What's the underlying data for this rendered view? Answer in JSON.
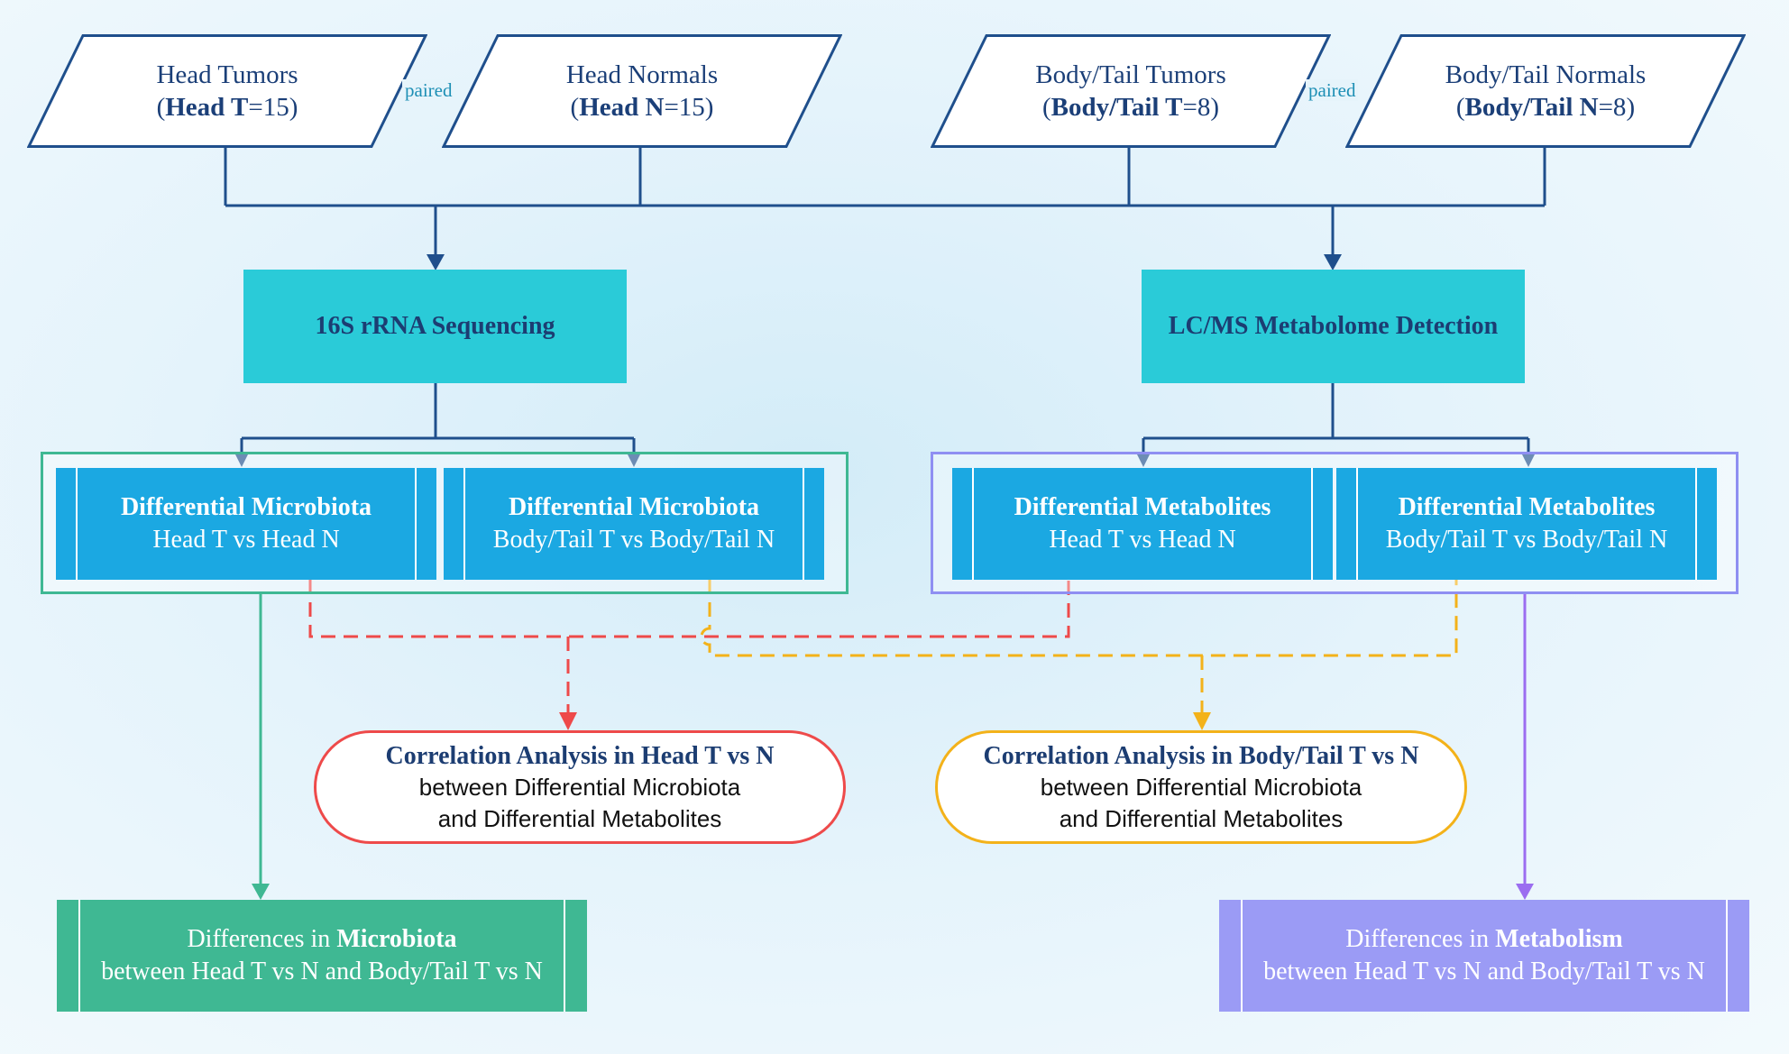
{
  "samples": [
    {
      "line1": "Head Tumors",
      "bold": "Head T",
      "count": "=15"
    },
    {
      "line1": "Head Normals",
      "bold": "Head N",
      "count": "=15"
    },
    {
      "line1": "Body/Tail Tumors",
      "bold": "Body/Tail T",
      "count": "=8"
    },
    {
      "line1": "Body/Tail Normals",
      "bold": "Body/Tail N",
      "count": "=8"
    }
  ],
  "paired_label": "paired",
  "methods": {
    "sequencing": "16S rRNA Sequencing",
    "metabolome": "LC/MS Metabolome Detection"
  },
  "differential": [
    {
      "title": "Differential Microbiota",
      "sub": "Head T vs Head N"
    },
    {
      "title": "Differential Microbiota",
      "sub": "Body/Tail T vs Body/Tail N"
    },
    {
      "title": "Differential Metabolites",
      "sub": "Head T vs Head N"
    },
    {
      "title": "Differential Metabolites",
      "sub": "Body/Tail T vs Body/Tail N"
    }
  ],
  "correlation": [
    {
      "title": "Correlation Analysis in Head T vs N",
      "line2": "between Differential Microbiota",
      "line3": "and Differential Metabolites"
    },
    {
      "title": "Correlation Analysis in Body/Tail T vs N",
      "line2": "between Differential Microbiota",
      "line3": "and Differential Metabolites"
    }
  ],
  "results": [
    {
      "prefix": "Differences in ",
      "bold": "Microbiota",
      "line2": "between Head T vs N and Body/Tail T vs N"
    },
    {
      "prefix": "Differences in ",
      "bold": "Metabolism",
      "line2": "between Head T vs N and Body/Tail T vs N"
    }
  ],
  "colors": {
    "navy_line": "#1f4f8c",
    "method_fill": "#2acbd8",
    "diff_fill": "#1ba8e2",
    "microbiota_green": "#3fb893",
    "metabolism_purple": "#9b9bf5",
    "head_red": "#ee4a4a",
    "bodytail_orange": "#f3b21a"
  }
}
